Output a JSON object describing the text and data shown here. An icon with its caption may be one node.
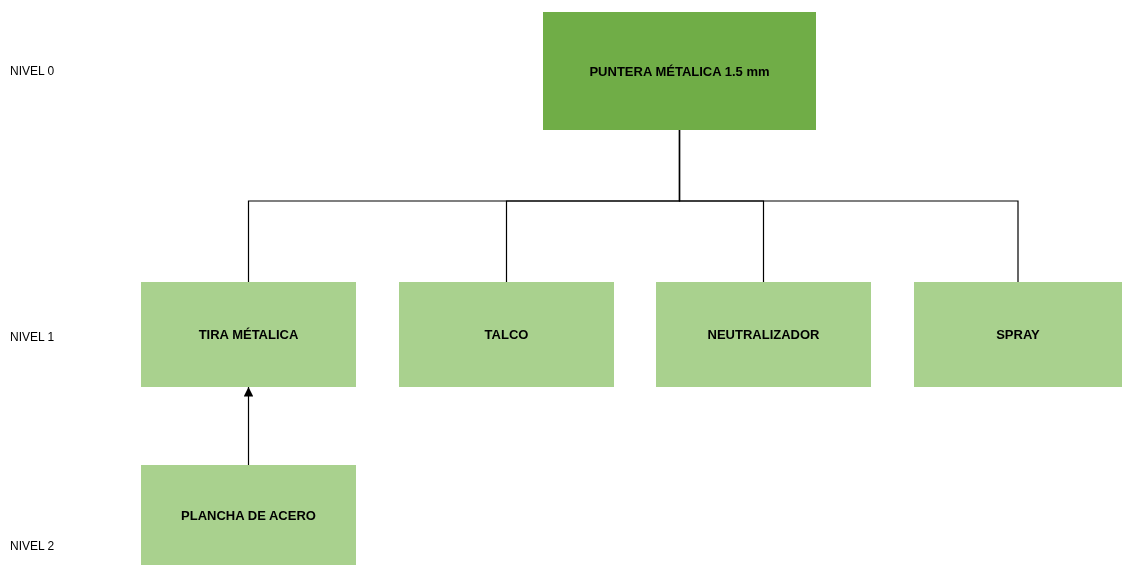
{
  "diagram": {
    "nodes": [
      {
        "text": [
          "PUNTERA MÉTALICA 1.5 mm"
        ]
      },
      {
        "text": [
          "TIRA MÉTALICA"
        ]
      },
      {
        "text": [
          "TALCO"
        ]
      },
      {
        "text": [
          "NEUTRALIZADOR"
        ]
      },
      {
        "text": [
          "SPRAY"
        ]
      },
      {
        "text": [
          "PLANCHA DE ACERO"
        ]
      }
    ],
    "edges": [
      {
        "from": 0,
        "to": 1,
        "arrow": "none"
      },
      {
        "from": 0,
        "to": 2,
        "arrow": "none"
      },
      {
        "from": 0,
        "to": 3,
        "arrow": "none"
      },
      {
        "from": 0,
        "to": 4,
        "arrow": "none"
      },
      {
        "from": 5,
        "to": 1,
        "arrow": "to"
      }
    ],
    "labels": [
      "NIVEL 0",
      "NIVEL 1",
      "NIVEL 2"
    ]
  }
}
